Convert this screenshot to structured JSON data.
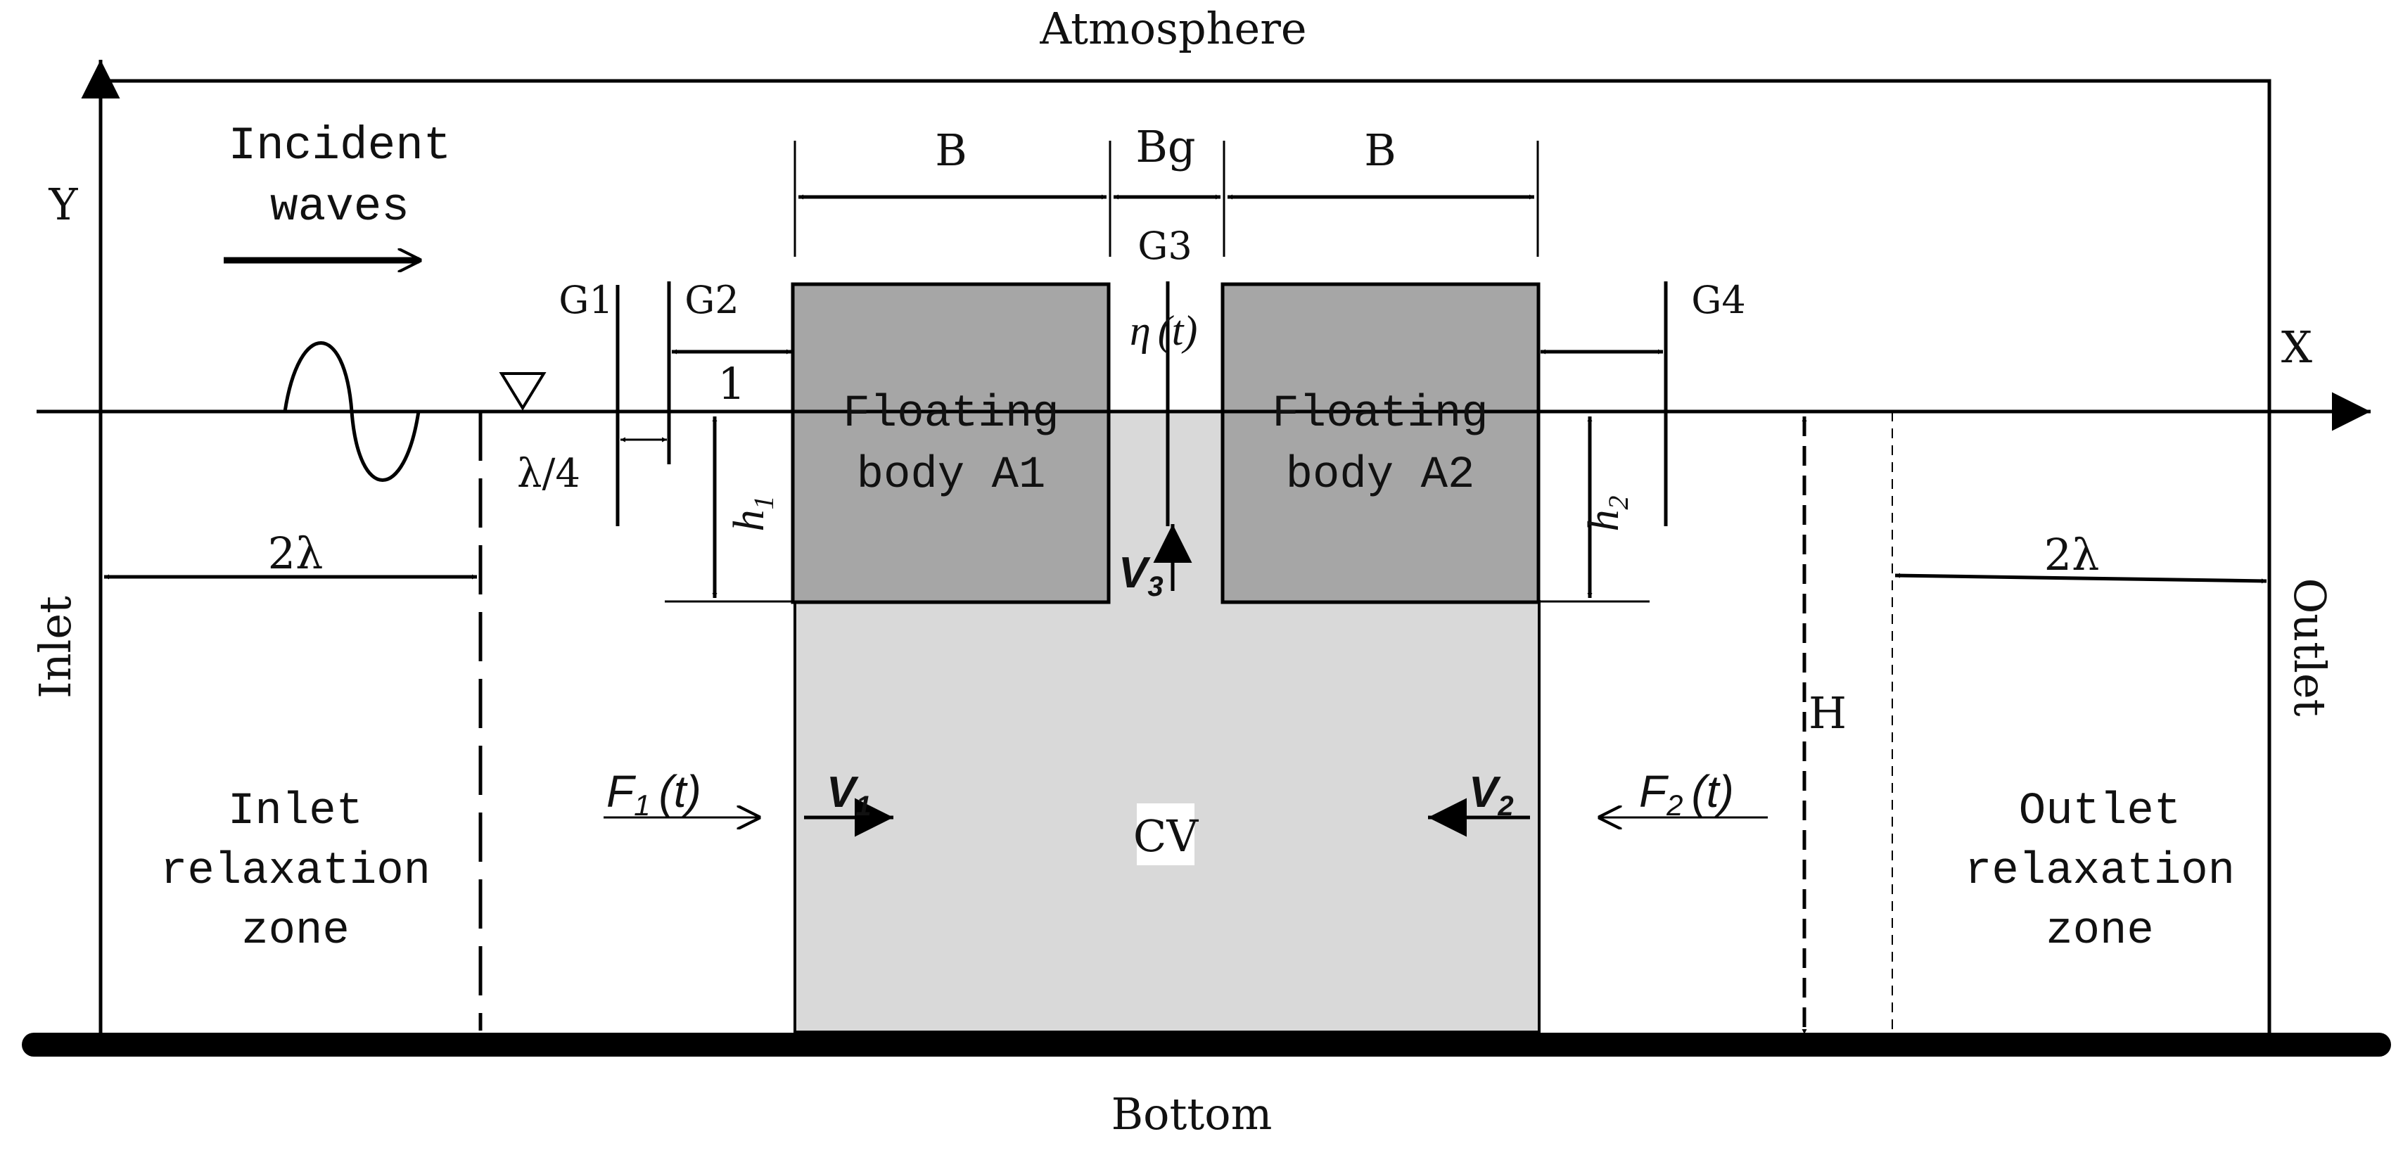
{
  "labels": {
    "atmosphere": "Atmosphere",
    "bottom": "Bottom",
    "inlet": "Inlet",
    "outlet": "Outlet",
    "axis_y": "Y",
    "axis_x": "X",
    "incident_line1": "Incident",
    "incident_line2": "waves",
    "gauge_g1": "G1",
    "gauge_g2": "G2",
    "gauge_g3": "G3",
    "gauge_g4": "G4",
    "width_b_left": "B",
    "width_bg": "Bg",
    "width_b_right": "B",
    "distance_1": "1",
    "lambda_quarter": "λ/4",
    "two_lambda_left": "2λ",
    "two_lambda_right": "2λ",
    "body_a1_line1": "Floating",
    "body_a1_line2": "body A1",
    "body_a2_line1": "Floating",
    "body_a2_line2": "body A2",
    "draft_h1": "h",
    "draft_h1_sub": "1",
    "draft_h2": "h",
    "draft_h2_sub": "2",
    "eta": "η",
    "eta_t": "(t)",
    "velocity_v1": "V",
    "velocity_v1_sub": "1",
    "velocity_v2": "V",
    "velocity_v2_sub": "2",
    "velocity_v3": "V",
    "velocity_v3_sub": "3",
    "force_f1": "F",
    "force_f1_sub": "1",
    "force_f1_t": "(t)",
    "force_f2": "F",
    "force_f2_sub": "2",
    "force_f2_t": "(t)",
    "control_volume": "CV",
    "depth_h": "H",
    "inlet_zone_line1": "Inlet",
    "inlet_zone_line2": "relaxation",
    "inlet_zone_line3": "zone",
    "outlet_zone_line1": "Outlet",
    "outlet_zone_line2": "relaxation",
    "outlet_zone_line3": "zone"
  },
  "colors": {
    "floating_body": "#a6a6a6",
    "control_volume": "#d9d9d9",
    "lines": "#000000"
  }
}
